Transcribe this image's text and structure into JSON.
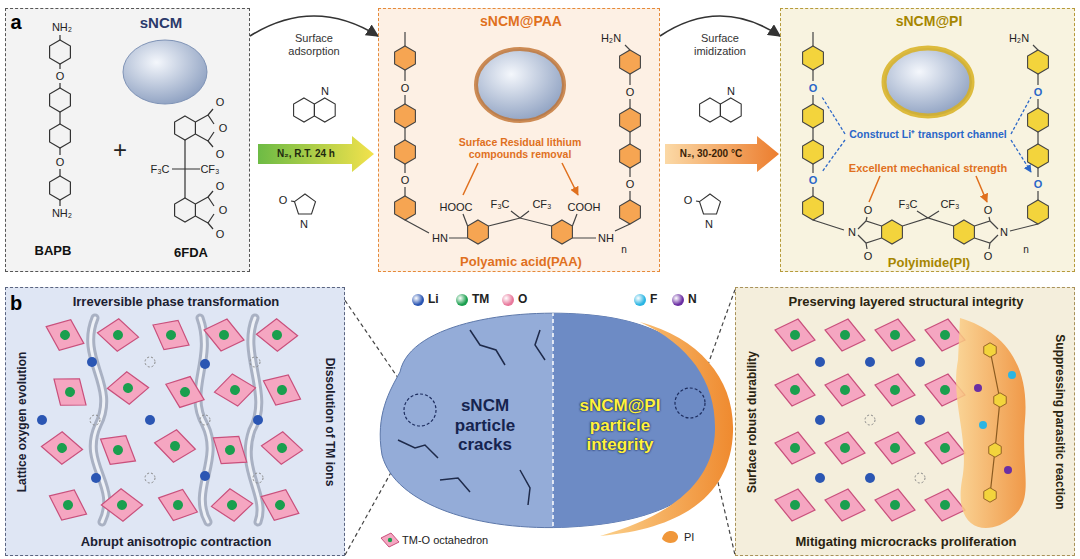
{
  "diagram": {
    "nodes": [
      {
        "text": [
          "sNCM",
          "BAPB",
          "6FDA"
        ]
      },
      {
        "text": [
          "sNCM@PAA",
          "Polyamic acid(PAA)"
        ]
      },
      {
        "text": [
          "sNCM@PI",
          "Polyimide(PI)"
        ]
      },
      {
        "text": [
          "Irreversible phase transformation",
          "Lattice oxygen evolution",
          "Dissolution of TM ions",
          "Abrupt anisotropic contraction"
        ]
      },
      {
        "text": [
          "sNCM particle cracks",
          "sNCM@PI particle integrity"
        ]
      },
      {
        "text": [
          "Preserving layered structural integrity",
          "Surface robust durability",
          "Suppressing parasitic reaction",
          "Mitigating microcracks proliferation"
        ]
      }
    ],
    "edges": [
      {
        "from": 0,
        "to": 1,
        "label": "Surface adsorption",
        "arrow": "to"
      },
      {
        "from": 1,
        "to": 2,
        "label": "Surface imidization",
        "arrow": "to"
      },
      {
        "from": 3,
        "to": 4,
        "arrow": "none"
      },
      {
        "from": 4,
        "to": 5,
        "arrow": "none"
      }
    ],
    "labels": [
      "a",
      "+",
      "NH₂",
      "O",
      "O",
      "NH₂",
      "O",
      "O",
      "O",
      "F₃C",
      "CF₃",
      "O",
      "O",
      "O",
      "N",
      "O",
      "N",
      "N₂, R.T. 24 h",
      "H₂N",
      "O",
      "O",
      "O",
      "O",
      "HN",
      "HOOC",
      "F₃C",
      "CF₃",
      "COOH",
      "NH",
      "n",
      "Surface Residual lithium compounds removal",
      "N",
      "O",
      "N",
      "N₂, 30-200 °C",
      "H₂N",
      "O",
      "O",
      "O",
      "O",
      "Construct Li⁺ transport channel",
      "Excellent mechanical strength",
      "N",
      "O",
      "O",
      "F₃C",
      "CF₃",
      "O",
      "O",
      "N",
      "n",
      "b"
    ],
    "legend": [
      {
        "text": "Li",
        "color": "#2b56b3"
      },
      {
        "text": "TM",
        "color": "#1a9f4e"
      },
      {
        "text": "O",
        "color": "#e8799c"
      },
      {
        "text": "F",
        "color": "#2bb5e3"
      },
      {
        "text": "N",
        "color": "#6b2fa3"
      },
      {
        "text": "TM-O octahedron"
      },
      {
        "text": "PI"
      }
    ]
  }
}
